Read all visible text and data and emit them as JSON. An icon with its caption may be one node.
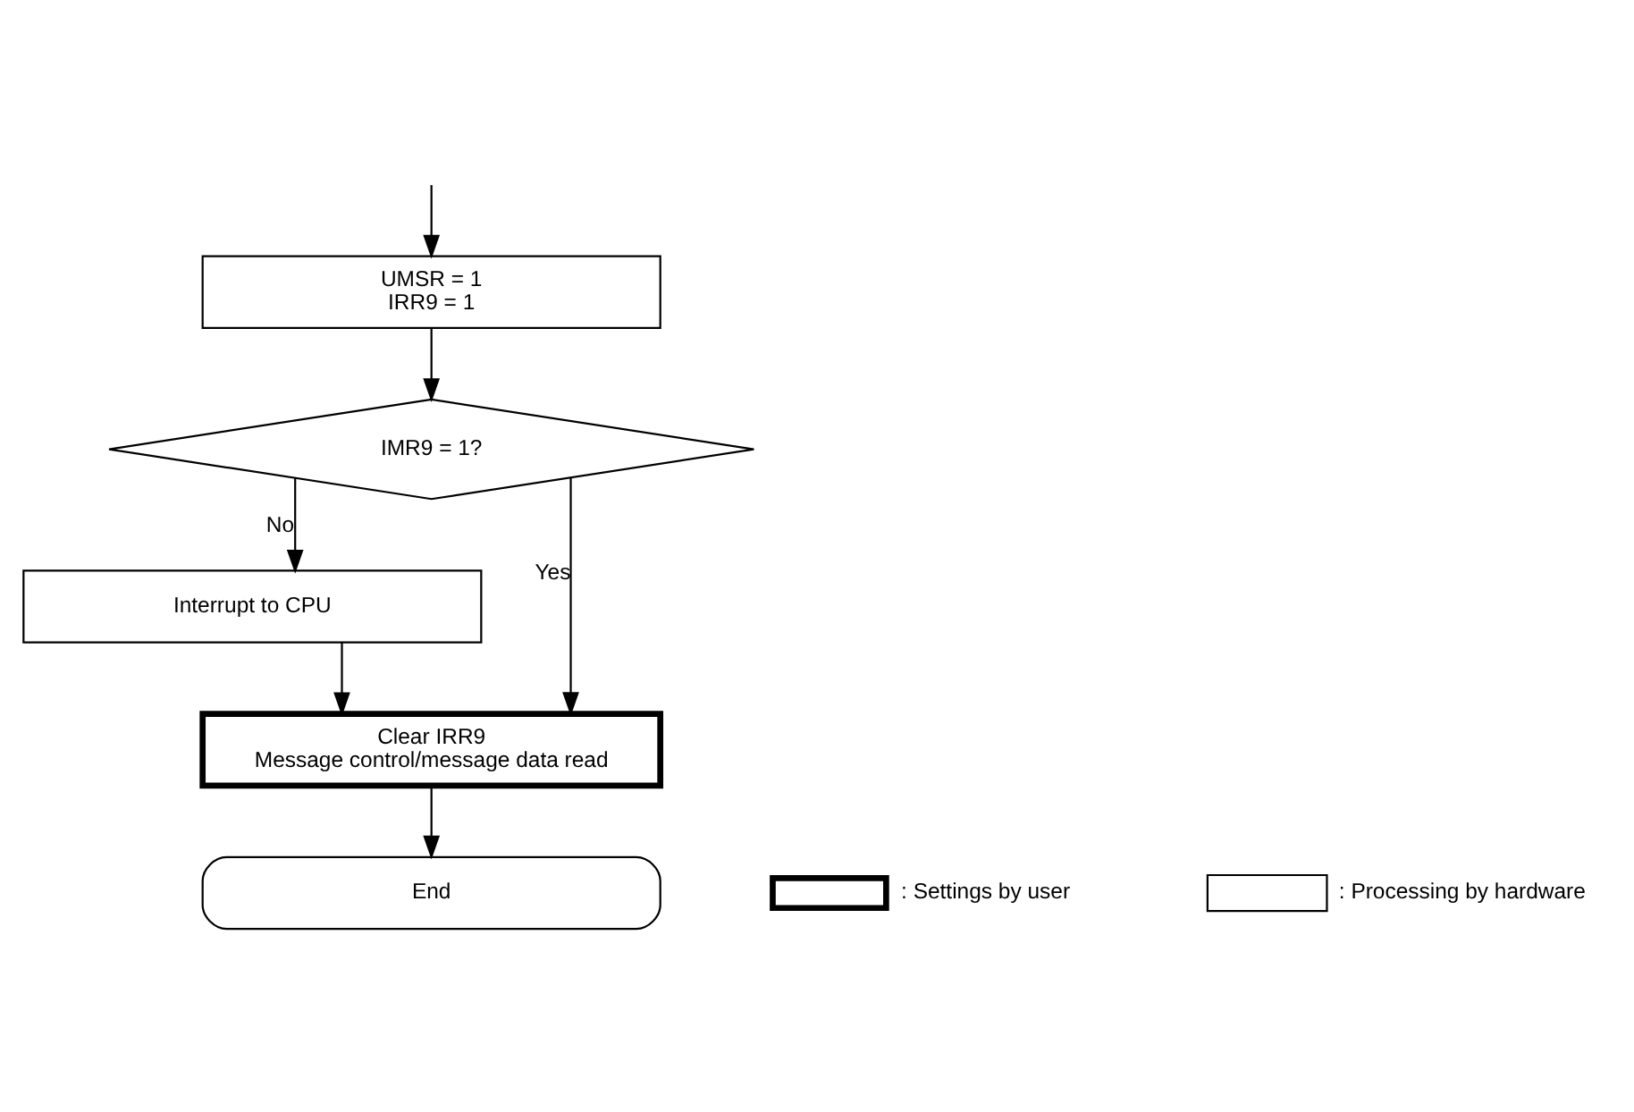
{
  "diagram": {
    "nodes": [
      {
        "text": [
          "UMSR = 1",
          "IRR9 = 1"
        ]
      },
      {
        "text": [
          "IMR9 = 1?"
        ]
      },
      {
        "text": [
          "Interrupt to CPU"
        ]
      },
      {
        "text": [
          "Clear IRR9",
          "Message control/message data read"
        ]
      },
      {
        "text": [
          "End"
        ]
      }
    ],
    "edges": [
      {
        "from": null,
        "to": 0,
        "arrow": "to"
      },
      {
        "from": 0,
        "to": 1,
        "arrow": "to"
      },
      {
        "from": 1,
        "to": 2,
        "label": "No",
        "arrow": "to"
      },
      {
        "from": 1,
        "to": 3,
        "label": "Yes",
        "arrow": "to"
      },
      {
        "from": 2,
        "to": 3,
        "arrow": "to"
      },
      {
        "from": 3,
        "to": 4,
        "arrow": "to"
      }
    ],
    "legend": [
      {
        "text": ": Settings by user"
      },
      {
        "text": ": Processing by hardware"
      }
    ]
  }
}
